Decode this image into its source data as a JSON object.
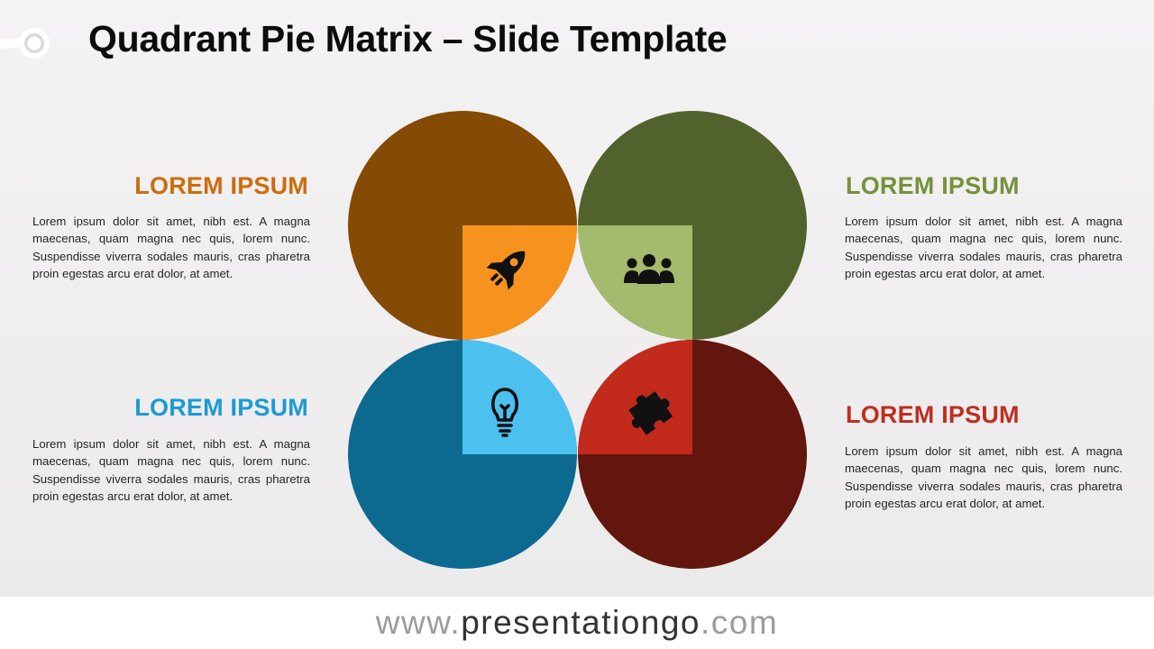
{
  "slide": {
    "title": "Quadrant Pie Matrix – Slide Template"
  },
  "colors": {
    "brown": "#854a03",
    "orange": "#f6931e",
    "olive": "#52622c",
    "light_green": "#a4ba6c",
    "navy_blue": "#0c6a91",
    "light_blue": "#4cc0ef",
    "dark_red": "#62160d",
    "red": "#c22a1c",
    "heading_orange": "#cc6d0c",
    "heading_green": "#75923a",
    "heading_blue": "#1c9ad3",
    "heading_red": "#bd2f1e"
  },
  "quadrants": [
    {
      "id": "top-left",
      "heading": "LOREM IPSUM",
      "heading_color": "#cc6d0c",
      "body": "Lorem ipsum dolor sit amet, nibh est. A magna maecenas, quam magna nec quis, lorem nunc. Suspendisse viverra sodales mauris, cras pharetra proin egestas arcu erat dolor, at amet.",
      "icon": "rocket-icon"
    },
    {
      "id": "top-right",
      "heading": "LOREM IPSUM",
      "heading_color": "#75923a",
      "body": "Lorem ipsum dolor sit amet, nibh est. A magna maecenas, quam magna nec quis, lorem nunc. Suspendisse viverra sodales mauris, cras pharetra proin egestas arcu erat dolor, at amet.",
      "icon": "team-icon"
    },
    {
      "id": "bottom-left",
      "heading": "LOREM IPSUM",
      "heading_color": "#1c9ad3",
      "body": "Lorem ipsum dolor sit amet, nibh est. A magna maecenas, quam magna nec quis, lorem nunc. Suspendisse viverra sodales mauris, cras pharetra proin egestas arcu erat dolor, at amet.",
      "icon": "lightbulb-icon"
    },
    {
      "id": "bottom-right",
      "heading": "LOREM IPSUM",
      "heading_color": "#bd2f1e",
      "body": "Lorem ipsum dolor sit amet, nibh est. A magna maecenas, quam magna nec quis, lorem nunc. Suspendisse viverra sodales mauris, cras pharetra proin egestas arcu erat dolor, at amet.",
      "icon": "puzzle-piece-icon"
    }
  ],
  "footer": {
    "prefix": "www.",
    "domain": "presentationgo",
    "suffix": ".com"
  }
}
